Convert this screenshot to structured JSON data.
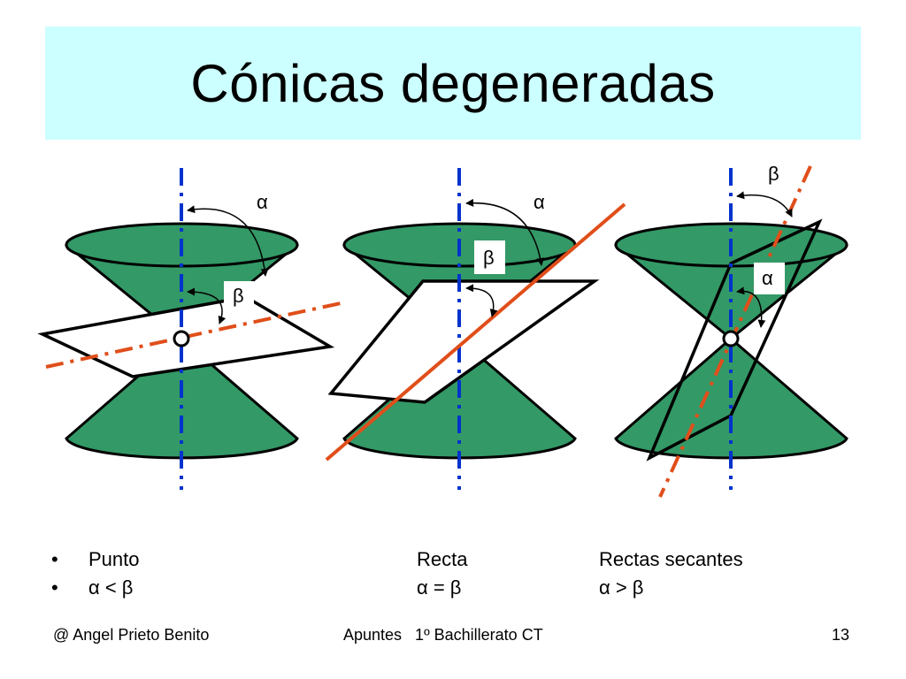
{
  "slide": {
    "title": "Cónicas degeneradas",
    "colors": {
      "title_bg": "#ccffff",
      "cone_fill": "#339966",
      "axis": "#0033cc",
      "intersection": "#e04e1a",
      "outline": "#000000"
    }
  },
  "diagrams": {
    "punto": {
      "label_alpha": "α",
      "label_beta": "β"
    },
    "recta": {
      "label_alpha": "α",
      "label_beta": "β"
    },
    "secantes": {
      "label_alpha": "α",
      "label_beta": "β"
    }
  },
  "bullets": {
    "row1": {
      "bullet": "•",
      "punto": "Punto",
      "recta": "Recta",
      "secantes": "Rectas secantes"
    },
    "row2": {
      "bullet": "•",
      "punto": "α < β",
      "recta": "α = β",
      "secantes": "α > β"
    }
  },
  "footer": {
    "author": "@ Angel Prieto Benito",
    "course": "Apuntes   1º Bachillerato CT",
    "page": "13"
  }
}
